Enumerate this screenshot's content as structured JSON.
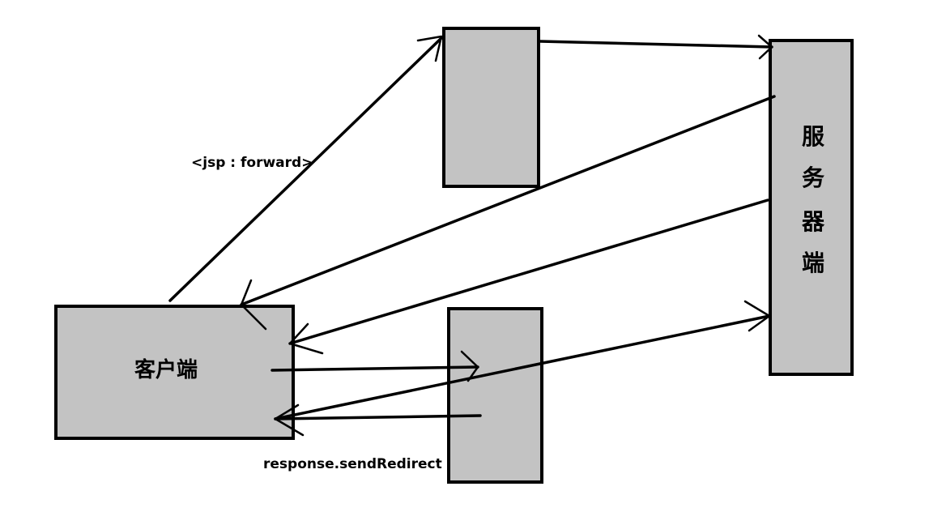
{
  "diagram": {
    "client": {
      "label": "客户端"
    },
    "server": {
      "chars": [
        "服",
        "务",
        "器",
        "端"
      ]
    },
    "forward_label": "<jsp : forward>",
    "redirect_label": "response.sendRedirect"
  },
  "colors": {
    "box_fill": "#c3c3c3",
    "stroke": "#000000",
    "background": "#ffffff"
  }
}
